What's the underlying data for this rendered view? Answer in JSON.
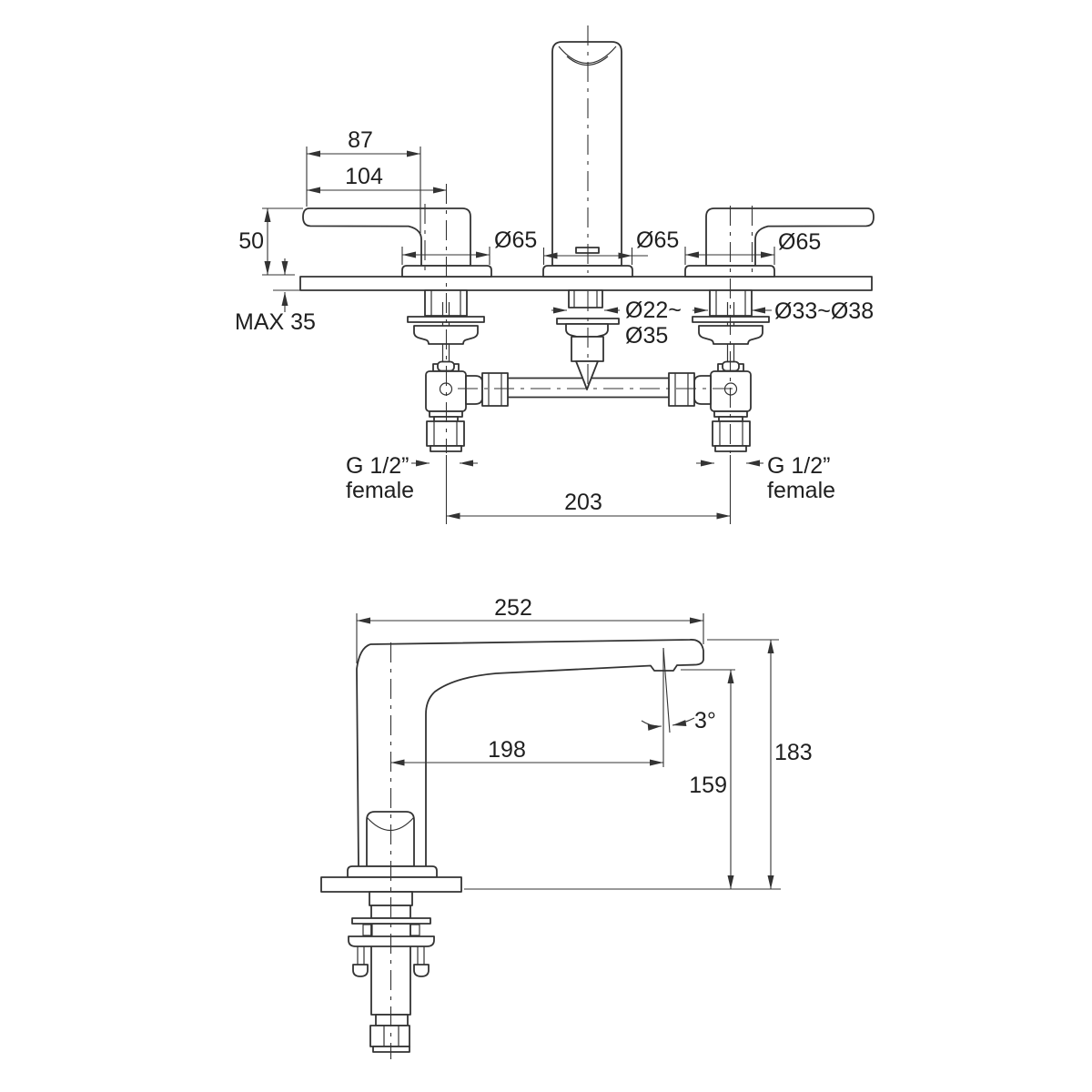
{
  "drawing": {
    "kind": "faucet-installation-dimension-drawing",
    "colors": {
      "line": "#333333",
      "text": "#1f1f1f",
      "background": "#ffffff"
    },
    "front_view": {
      "dim_87": "87",
      "dim_104": "104",
      "dim_50": "50",
      "dim_max35": "MAX 35",
      "dia_left_escutcheon": "Ø65",
      "dia_center_escutcheon": "Ø65",
      "dia_right_escutcheon": "Ø65",
      "hole_center_line1": "Ø22~",
      "hole_center_line2": "Ø35",
      "hole_side": "Ø33~Ø38",
      "thread_left_line1": "G 1/2”",
      "thread_left_line2": "female",
      "thread_right_line1": "G 1/2”",
      "thread_right_line2": "female",
      "dim_203": "203"
    },
    "side_view": {
      "dim_252": "252",
      "dim_angle": "3°",
      "dim_198": "198",
      "dim_159": "159",
      "dim_183": "183"
    }
  }
}
